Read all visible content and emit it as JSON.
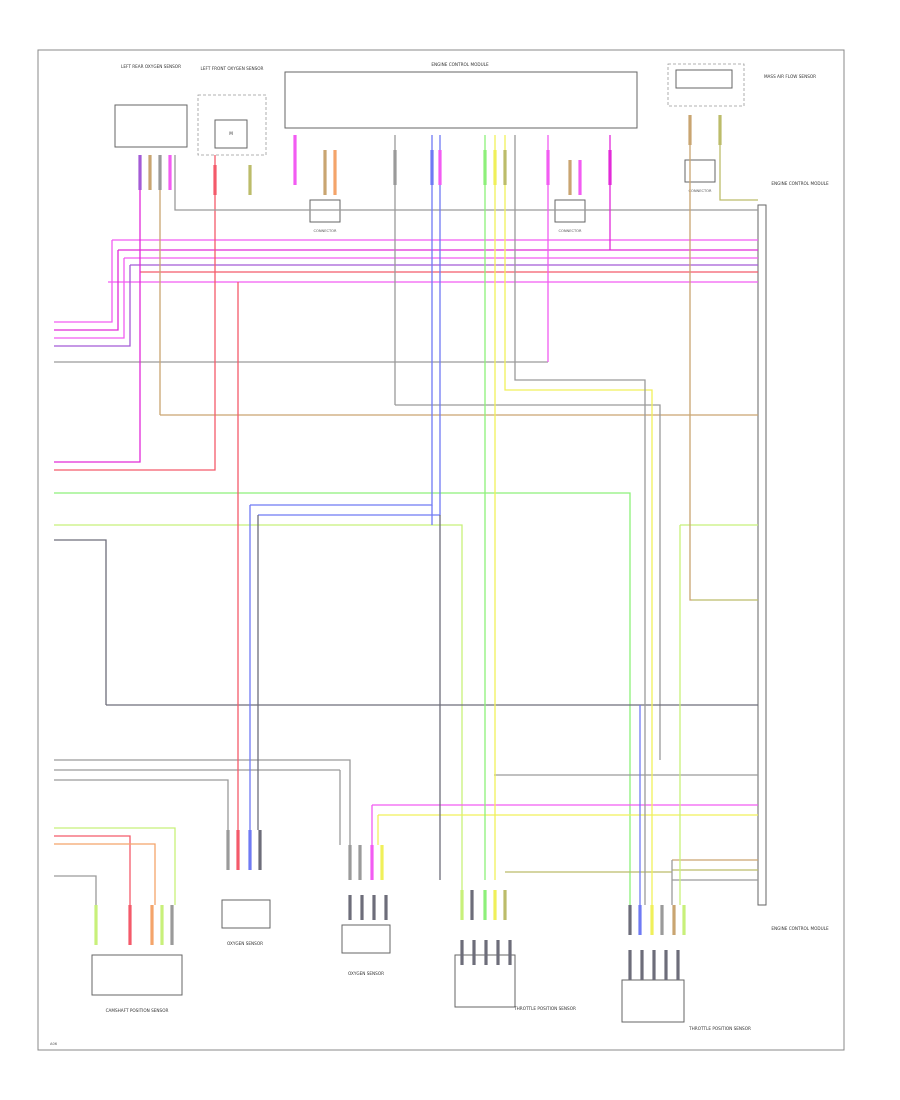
{
  "diagram": {
    "labels": {
      "left_top_module": "LEFT REAR OXYGEN SENSOR",
      "left_mid_module": "LEFT FRONT OXYGEN SENSOR",
      "left_mid_module_inner": "M",
      "top_module": "ENGINE CONTROL MODULE",
      "top_right_module": "MASS AIR FLOW SENSOR",
      "right_vertical_connector": "ENGINE CONTROL MODULE",
      "bottom_right_block": "ENGINE CONTROL MODULE",
      "conn_left_1": "CONNECTOR",
      "conn_left_2": "CONNECTOR",
      "conn_right": "CONNECTOR",
      "sensor_1": "CAMSHAFT POSITION SENSOR",
      "sensor_2": "OXYGEN SENSOR",
      "sensor_3": "OXYGEN SENSOR",
      "sensor_4": "THROTTLE POSITION SENSOR",
      "sensor_5": "THROTTLE POSITION SENSOR",
      "footer_code": "A06"
    }
  }
}
